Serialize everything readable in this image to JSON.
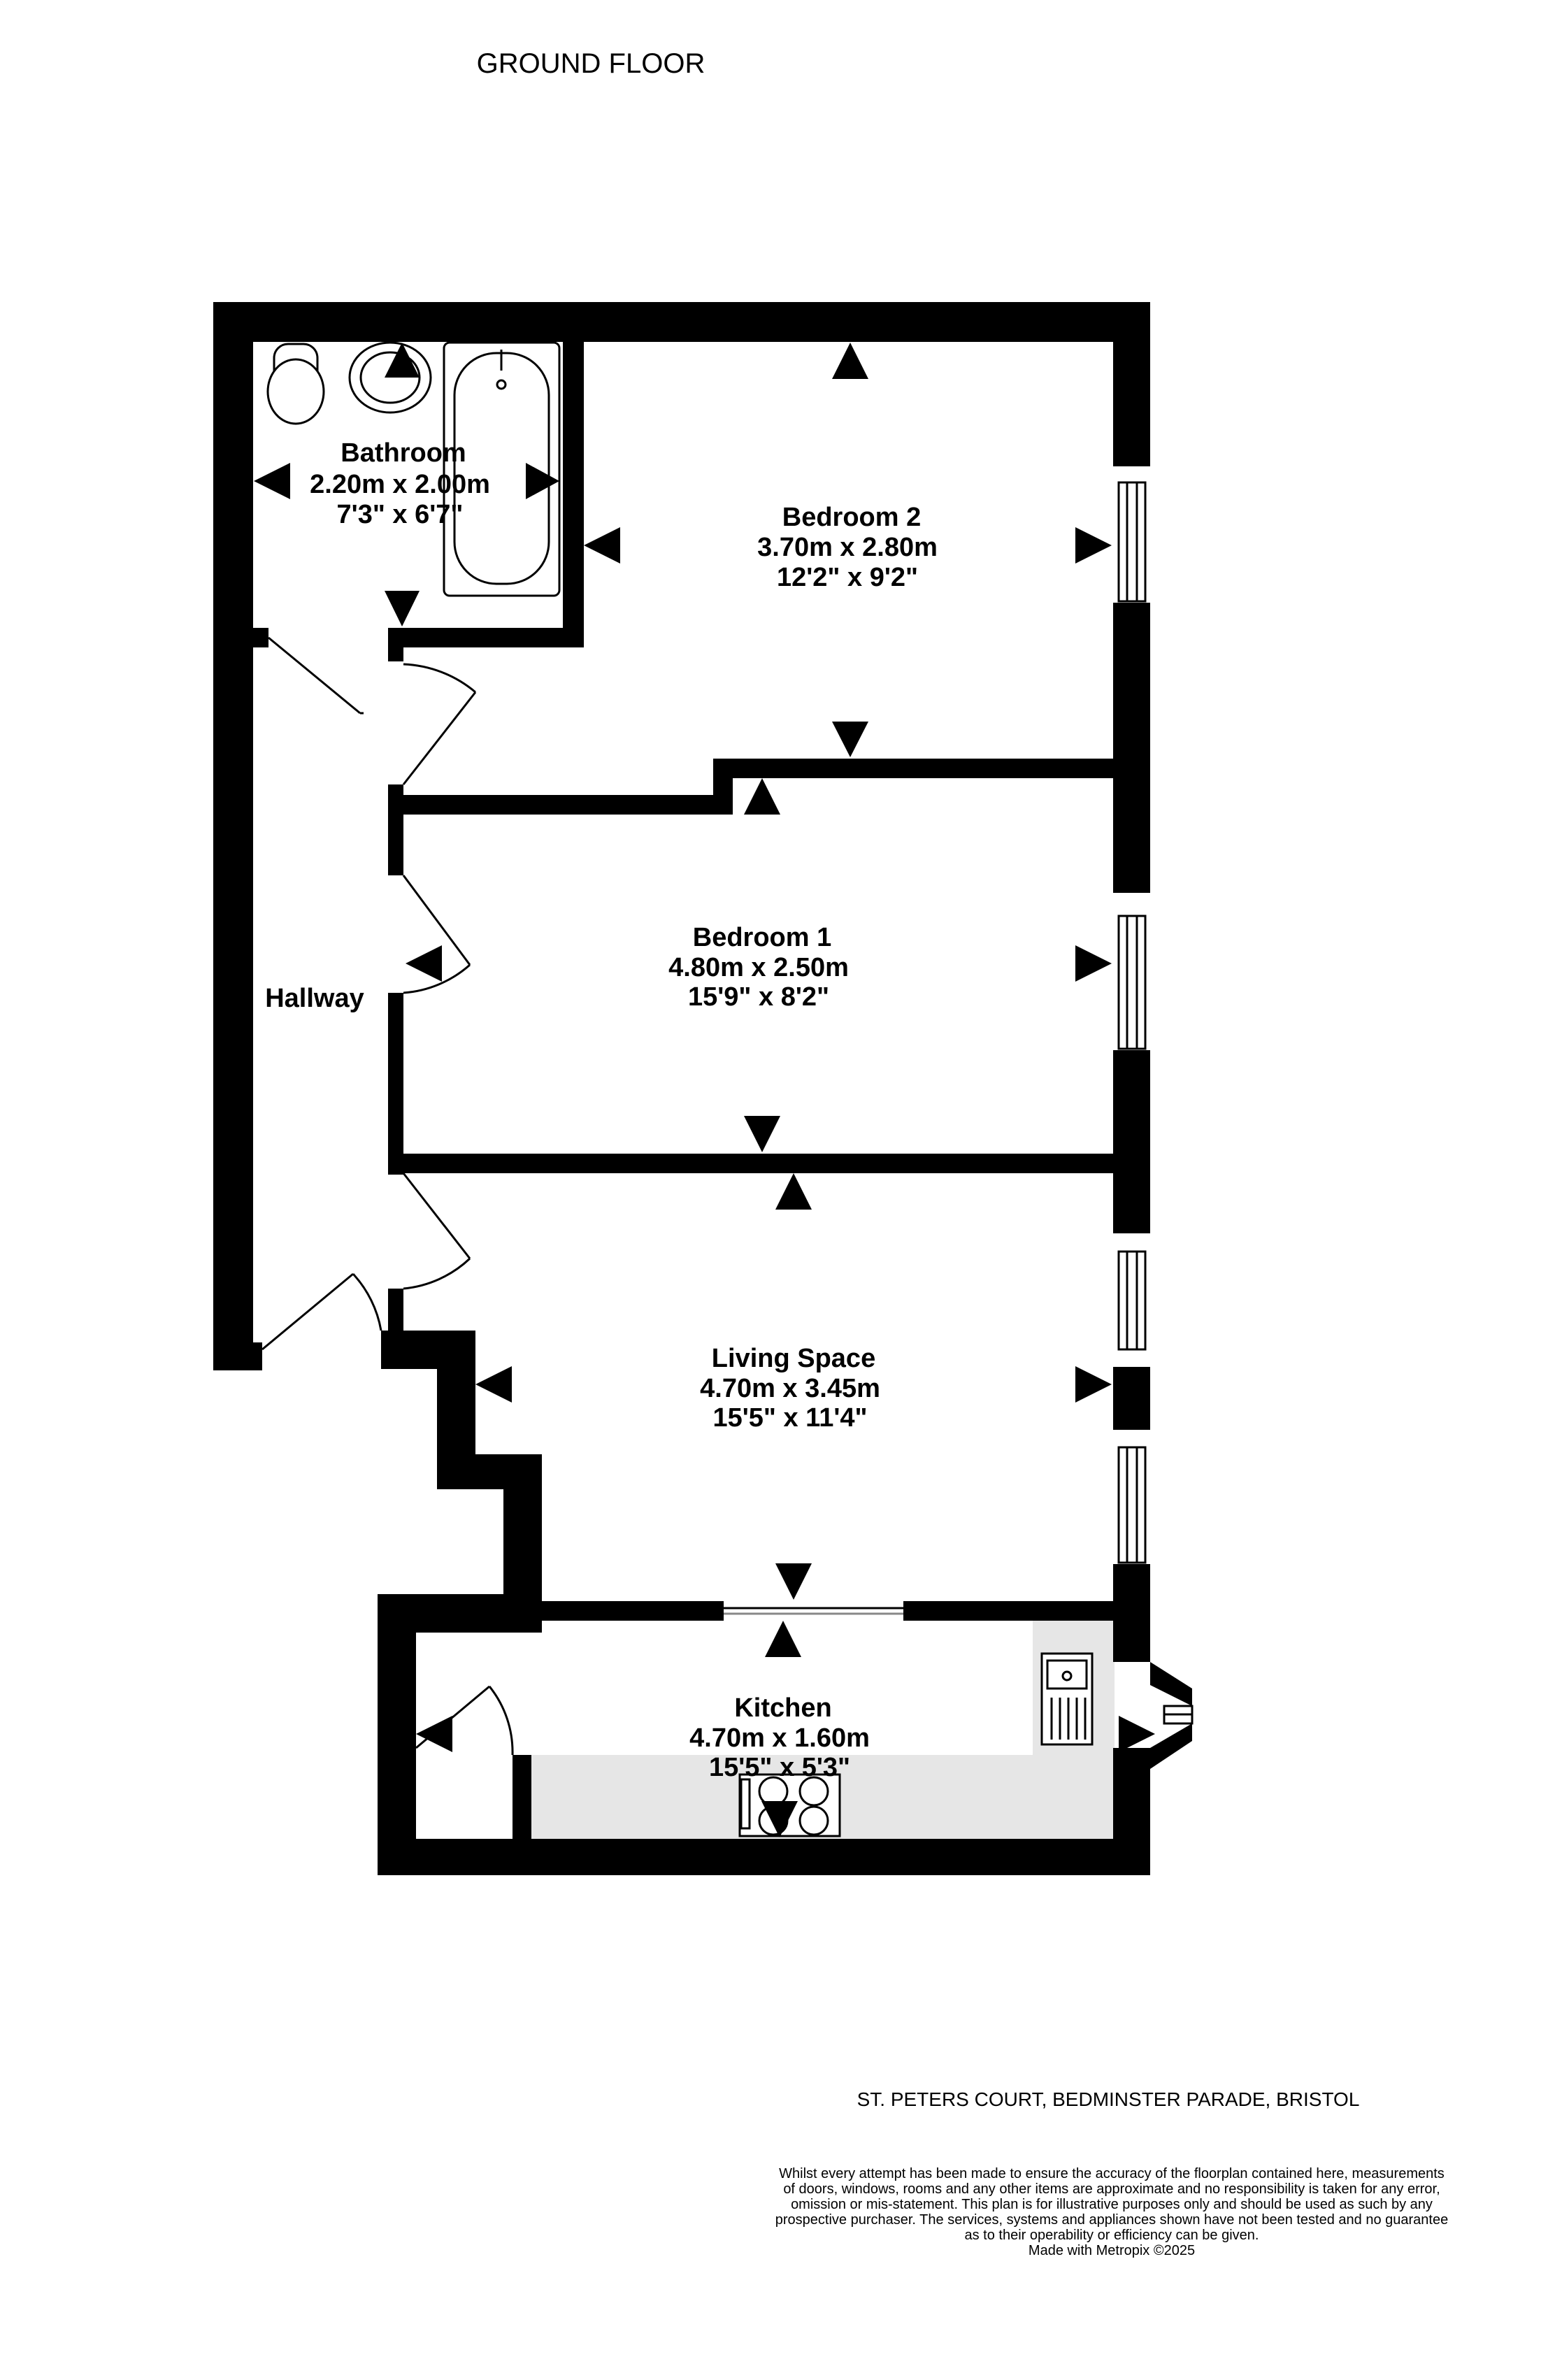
{
  "floor_title": "GROUND FLOOR",
  "rooms": [
    {
      "name": "Bathroom",
      "metric": "2.20m  x 2.00m",
      "imperial": "7'3\"  x 6'7\""
    },
    {
      "name": "Bedroom 2",
      "metric": "3.70m  x 2.80m",
      "imperial": "12'2\"  x 9'2\""
    },
    {
      "name": "Bedroom 1",
      "metric": "4.80m  x 2.50m",
      "imperial": "15'9\"  x 8'2\""
    },
    {
      "name": "Hallway"
    },
    {
      "name": "Living Space",
      "metric": "4.70m  x 3.45m",
      "imperial": "15'5\"  x 11'4\""
    },
    {
      "name": "Kitchen",
      "metric": "4.70m  x 1.60m",
      "imperial": "15'5\"  x 5'3\""
    }
  ],
  "address": "ST. PETERS COURT, BEDMINSTER PARADE, BRISTOL",
  "disclaimer": [
    "Whilst every attempt has been made to ensure the accuracy of the floorplan contained here, measurements",
    "of doors, windows, rooms and any other items are approximate and no responsibility is taken for any error,",
    "omission or mis-statement. This plan is for illustrative purposes only and should be used as such by any",
    "prospective purchaser. The services, systems and appliances shown have not been tested and no guarantee",
    "as to their operability or efficiency can be given.",
    "Made with Metropix ©2025"
  ],
  "colors": {
    "wall": "#000000",
    "kitchen_worktop": "#e6e6e6",
    "background": "#ffffff"
  }
}
